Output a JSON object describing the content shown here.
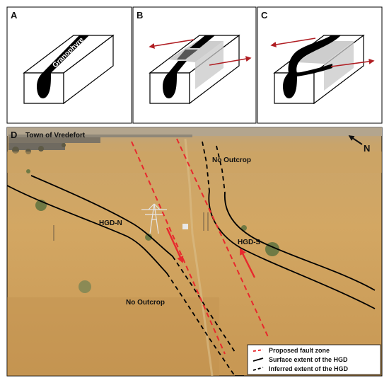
{
  "panels": {
    "a": {
      "letter": "A",
      "granophyre_label": "Granophyre"
    },
    "b": {
      "letter": "B"
    },
    "c": {
      "letter": "C"
    },
    "d": {
      "letter": "D",
      "town_label": "Town of Vredefort",
      "north_label": "N",
      "no_outcrop_top": "No Outcrop",
      "no_outcrop_bottom": "No Outcrop",
      "hgd_n_label": "HGD-N",
      "hgd_s_label": "HGD-S"
    }
  },
  "legend": {
    "items": [
      {
        "label": "Proposed fault zone",
        "color": "#e8282d",
        "style": "dashed"
      },
      {
        "label": "Surface extent of the HGD",
        "color": "#000000",
        "style": "solid"
      },
      {
        "label": "Inferred extent of the HGD",
        "color": "#000000",
        "style": "dashed"
      }
    ]
  },
  "colors": {
    "granophyre": "#000000",
    "fault_arrow": "#b01e23",
    "fault_zone_shade": "#c8c8c8",
    "ground": "#c89a58",
    "sky_horizon": "#b9a98f"
  }
}
